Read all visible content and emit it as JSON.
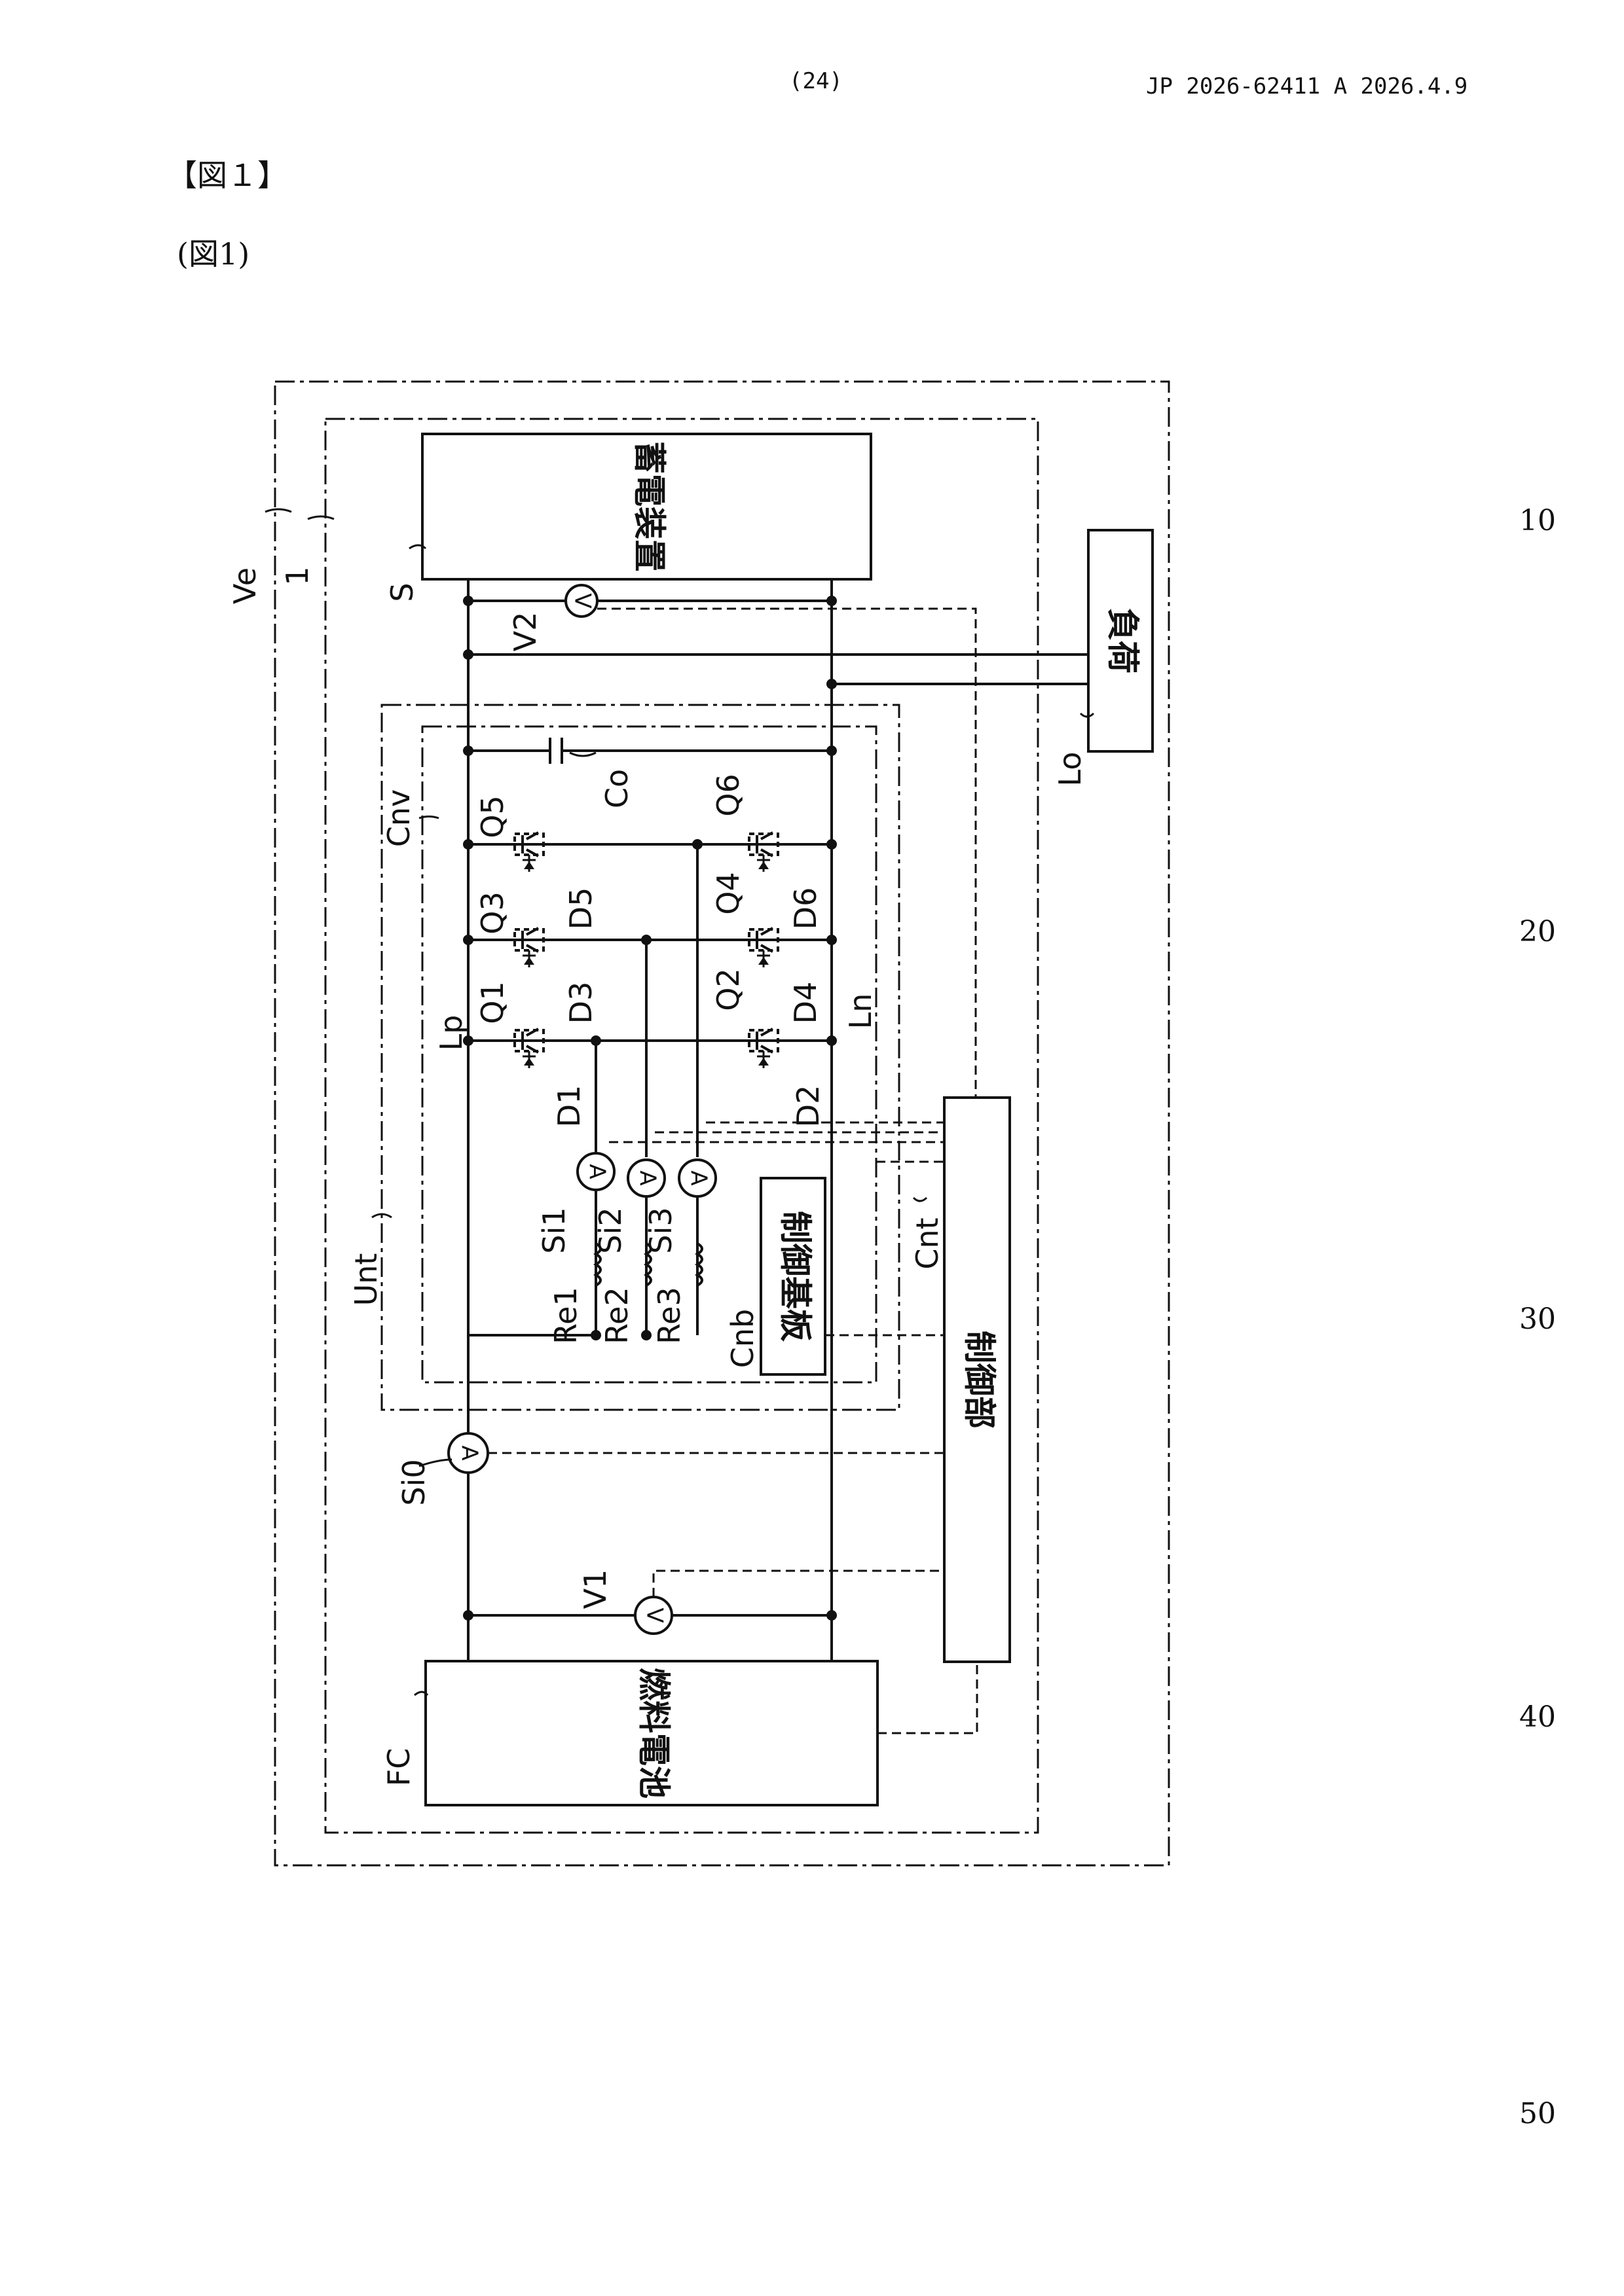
{
  "header": {
    "page": "(24)",
    "publication": "JP  2026-62411  A  2026.4.9"
  },
  "figure_heading": "【図１】",
  "figure_caption": "(図1)",
  "line_numbers": [
    "10",
    "20",
    "30",
    "40",
    "50"
  ],
  "labels": {
    "Ve": "Ve",
    "one": "1",
    "S": "S",
    "V2": "V2",
    "Lo": "Lo",
    "Co": "Co",
    "Cnv": "Cnv",
    "Q1": "Q1",
    "Q2": "Q2",
    "Q3": "Q3",
    "Q4": "Q4",
    "Q5": "Q5",
    "Q6": "Q6",
    "D1": "D1",
    "D2": "D2",
    "D3": "D3",
    "D4": "D4",
    "D5": "D5",
    "D6": "D6",
    "Lp": "Lp",
    "Ln": "Ln",
    "Si1": "Si1",
    "Si2": "Si2",
    "Si3": "Si3",
    "Re1": "Re1",
    "Re2": "Re2",
    "Re3": "Re3",
    "Cnb": "Cnb",
    "Cnt": "Cnt",
    "Unt": "Unt",
    "Si0": "Si0",
    "V1": "V1",
    "FC": "FC"
  },
  "blocks": {
    "storage": "蓄電装置",
    "load": "負荷",
    "control_board": "制御基板",
    "controller": "制御部",
    "fuel_cell": "燃料電池"
  },
  "meter_symbols": {
    "voltmeter": "V",
    "ammeter": "A"
  }
}
